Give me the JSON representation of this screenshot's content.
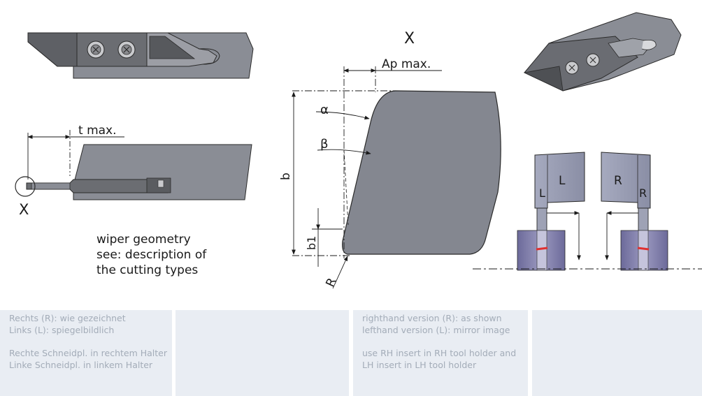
{
  "diagram": {
    "view_label_main": "X",
    "view_label_side": "X",
    "dim_ap": "Ap max.",
    "dim_t": "t max.",
    "dim_b": "b",
    "dim_b1": "b1",
    "dim_R": "R",
    "angle_alpha": "α",
    "angle_beta": "β",
    "hand_left": "L",
    "hand_right": "R",
    "note_lines": [
      "wiper geometry",
      "see: description of",
      "the cutting types"
    ]
  },
  "panels": {
    "german": {
      "lines_a": [
        "Rechts (R): wie gezeichnet",
        "Links (L): spiegelbildlich"
      ],
      "lines_b": [
        "Rechte Schneidpl. in rechtem Halter",
        "Linke Schneidpl. in linkem Halter"
      ]
    },
    "english": {
      "lines_a": [
        "righthand version (R): as shown",
        "lefthand version (L): mirror image"
      ],
      "lines_b": [
        "use RH insert in RH tool holder and",
        "LH insert in LH tool holder"
      ]
    }
  },
  "colors": {
    "tool_gray": "#85888f",
    "insert_dark": "#5d5f63",
    "holder_lavender": "#b4b8cc",
    "panel_bg": "#e9edf3",
    "panel_text": "#a3acb8",
    "cut_red": "#e03030"
  }
}
